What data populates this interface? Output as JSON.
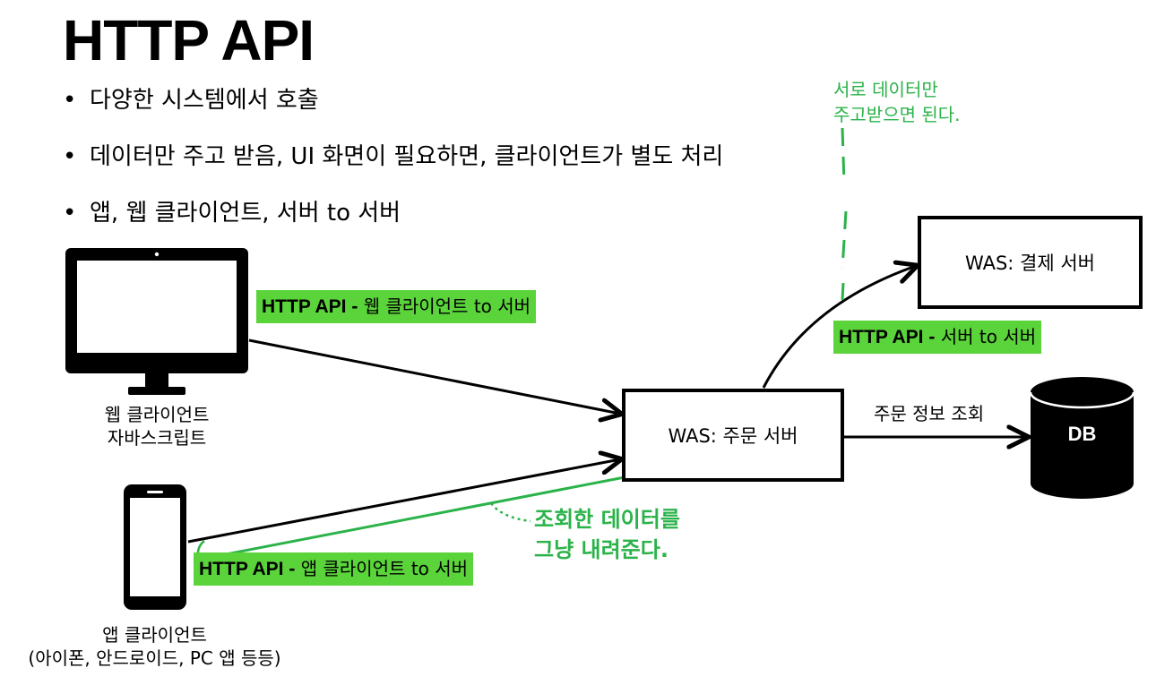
{
  "title": "HTTP API",
  "bullets": [
    "다양한 시스템에서 호출",
    "데이터만 주고 받음, UI 화면이 필요하면, 클라이언트가 별도 처리",
    "앱, 웹 클라이언트, 서버 to 서버"
  ],
  "web_client": {
    "line1": "웹 클라이언트",
    "line2": "자바스크립트"
  },
  "app_client": {
    "line1": "앱 클라이언트",
    "line2": "(아이폰, 안드로이드, PC 앱 등등)"
  },
  "labels": {
    "web_api": {
      "bold": "HTTP API -",
      "rest": " 웹 클라이언트 to 서버"
    },
    "server_api": {
      "bold": "HTTP API -",
      "rest": " 서버 to 서버"
    },
    "app_api": {
      "bold": "HTTP API -",
      "rest": " 앱 클라이언트 to 서버"
    }
  },
  "notes": {
    "top_line1": "서로 데이터만",
    "top_line2": "주고받으면 된다.",
    "bottom_line1": "조회한 데이터를",
    "bottom_line2": "그냥 내려준다."
  },
  "order_server": "WAS: 주문 서버",
  "payment_server": "WAS: 결제 서버",
  "db": {
    "label": "DB",
    "edge_label": "주문 정보 조회"
  },
  "colors": {
    "highlight": "#5ad43a",
    "note": "#2bb34a",
    "ink": "#000000"
  }
}
